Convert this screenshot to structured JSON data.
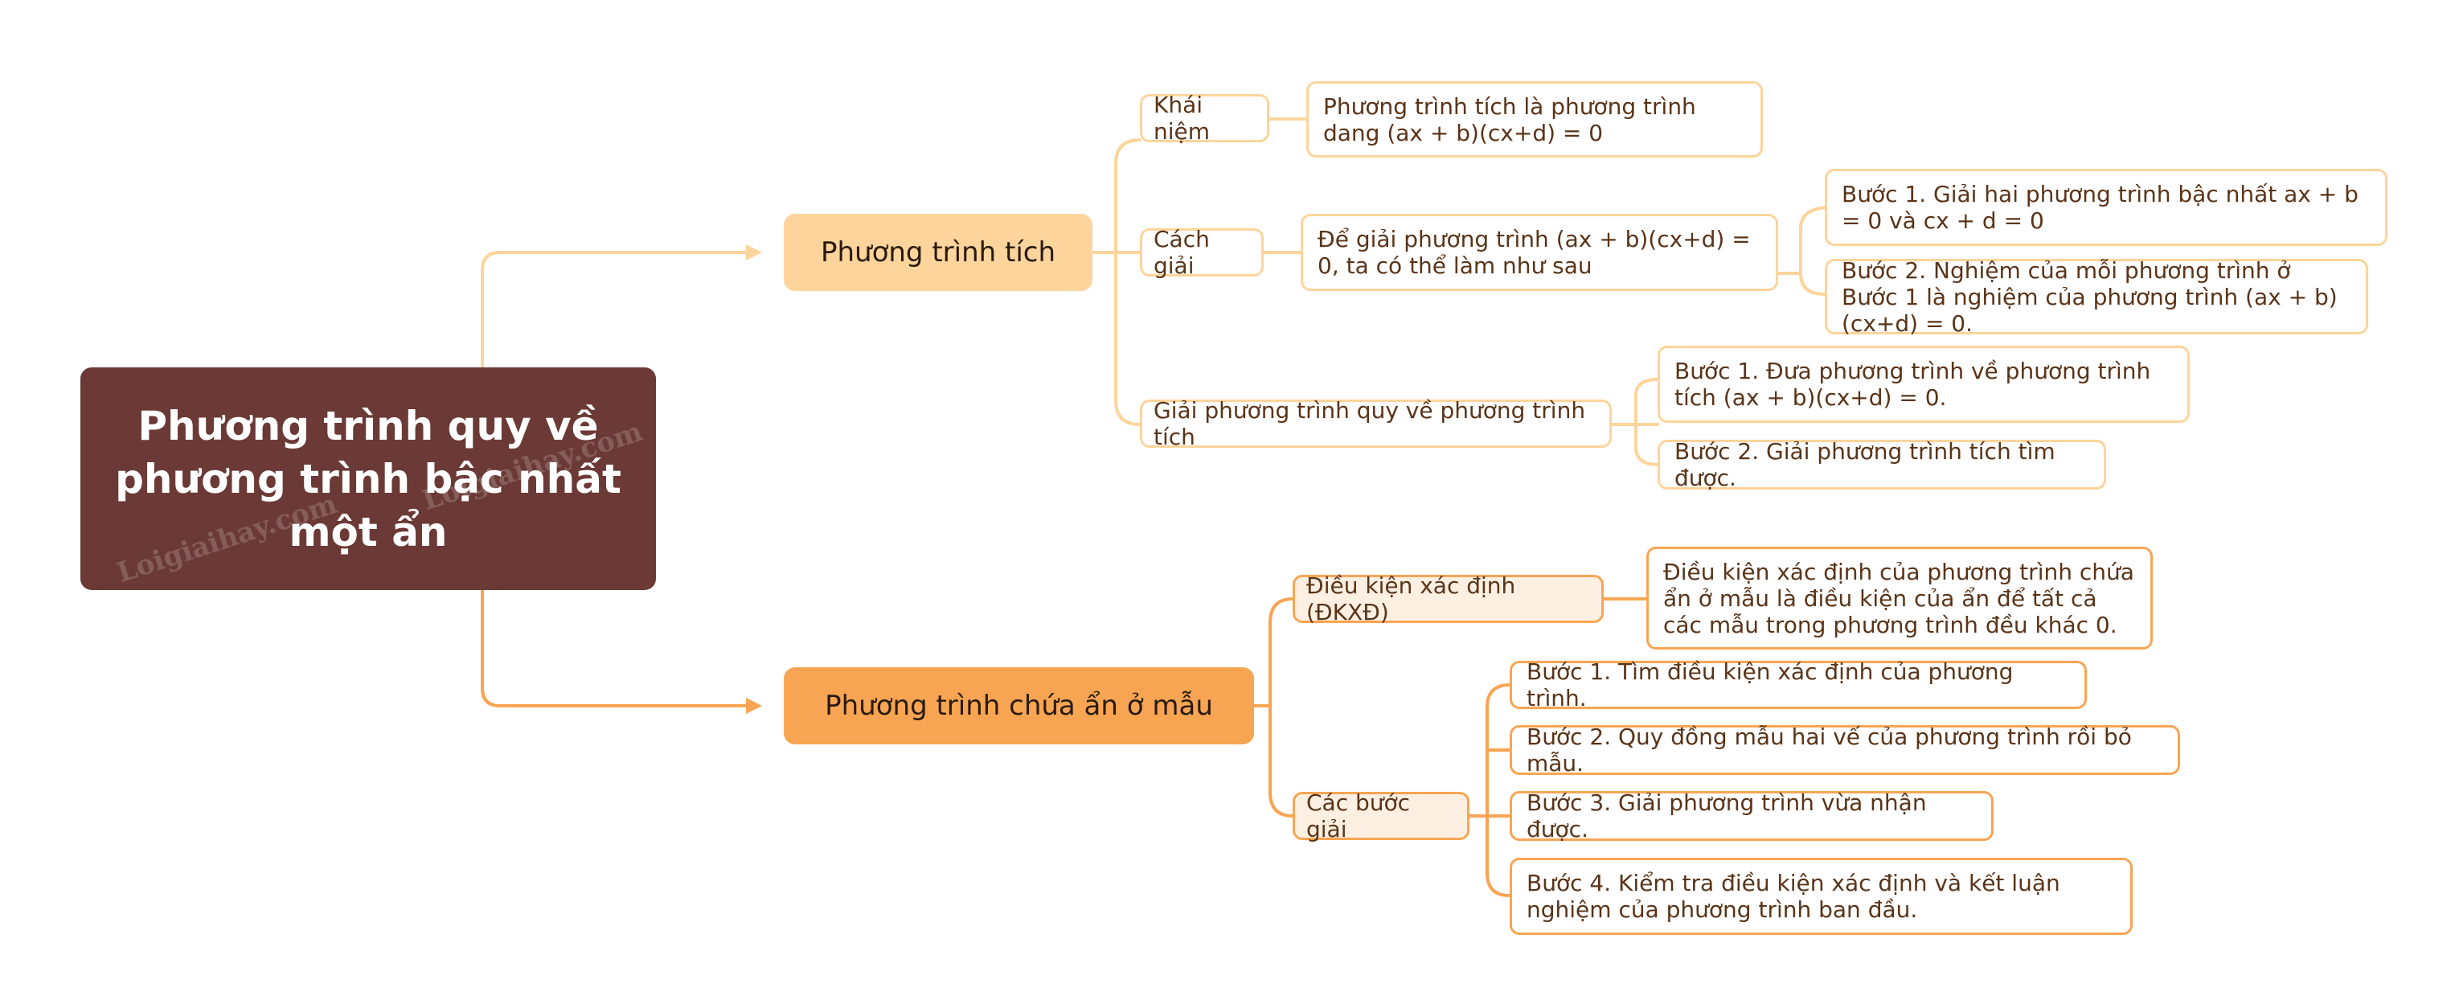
{
  "root": {
    "title": "Phương trình quy về phương trình bậc nhất một ẩn",
    "watermark": "Loigiaihay.com"
  },
  "branch_product": {
    "label": "Phương trình tích",
    "concept": {
      "label": "Khái niệm",
      "text": "Phương trình tích là phương trình dang (ax + b)(cx+d) = 0"
    },
    "method": {
      "label": "Cách giải",
      "text": "Để giải phương trình (ax + b)(cx+d) = 0, ta có thể làm như sau",
      "steps": [
        "Bước 1. Giải hai phương trình bậc nhất ax + b = 0 và cx + d = 0",
        "Bước 2. Nghiệm của mỗi phương trình ở Bước 1 là nghiệm của phương trình (ax + b)(cx+d) = 0."
      ]
    },
    "reducible": {
      "label": "Giải phương trình quy về phương trình tích",
      "steps": [
        "Bước 1. Đưa phương trình về phương trình tích (ax + b)(cx+d) = 0.",
        "Bước 2. Giải phương trình tích tìm được."
      ]
    }
  },
  "branch_fraction": {
    "label": "Phương trình chứa ẩn ở mẫu",
    "condition": {
      "label": "Điều kiện xác định (ĐKXĐ)",
      "text": "Điều kiện xác định của phương trình chứa ẩn ở mẫu là điều kiện của ẩn để tất cả các mẫu trong phương trình đều khác 0."
    },
    "steps_node": {
      "label": "Các bước giải",
      "steps": [
        "Bước 1. Tìm điều kiện xác định của phương trình.",
        "Bước 2. Quy đồng mẫu hai vế của phương trình rồi bỏ mẫu.",
        "Bước 3. Giải phương trình vừa nhận được.",
        "Bước 4. Kiểm tra điều kiện xác định và kết luận nghiệm của phương trình ban đầu."
      ]
    }
  },
  "colors": {
    "root_fill": "#6b3a36",
    "branch_product_fill": "#fdd49b",
    "branch_fraction_fill": "#f8a553",
    "text": "#5a3418"
  }
}
